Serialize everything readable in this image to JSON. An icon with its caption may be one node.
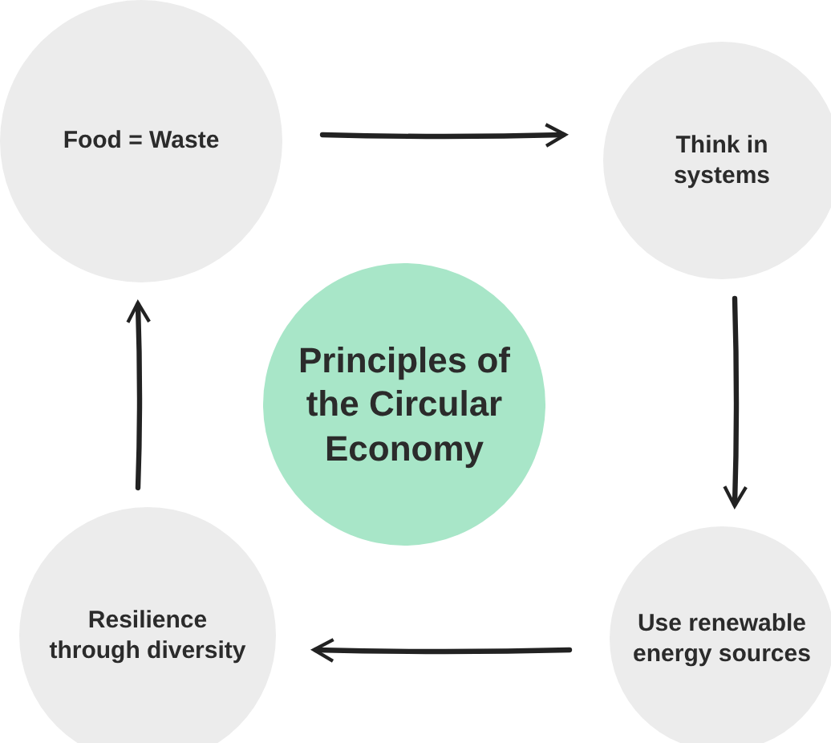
{
  "diagram": {
    "nodes": [
      {
        "text": [
          "Food = Waste"
        ]
      },
      {
        "text": [
          "Think in systems"
        ]
      },
      {
        "text": [
          "Principles of the Circular Economy"
        ]
      },
      {
        "text": [
          "Resilience through diversity"
        ]
      },
      {
        "text": [
          "Use renewable energy sources"
        ]
      }
    ],
    "edges": [
      {
        "from": 0,
        "to": 1,
        "arrow": "to"
      },
      {
        "from": 1,
        "to": 4,
        "arrow": "to"
      },
      {
        "from": 4,
        "to": 3,
        "arrow": "to"
      },
      {
        "from": 3,
        "to": 0,
        "arrow": "to"
      }
    ]
  }
}
